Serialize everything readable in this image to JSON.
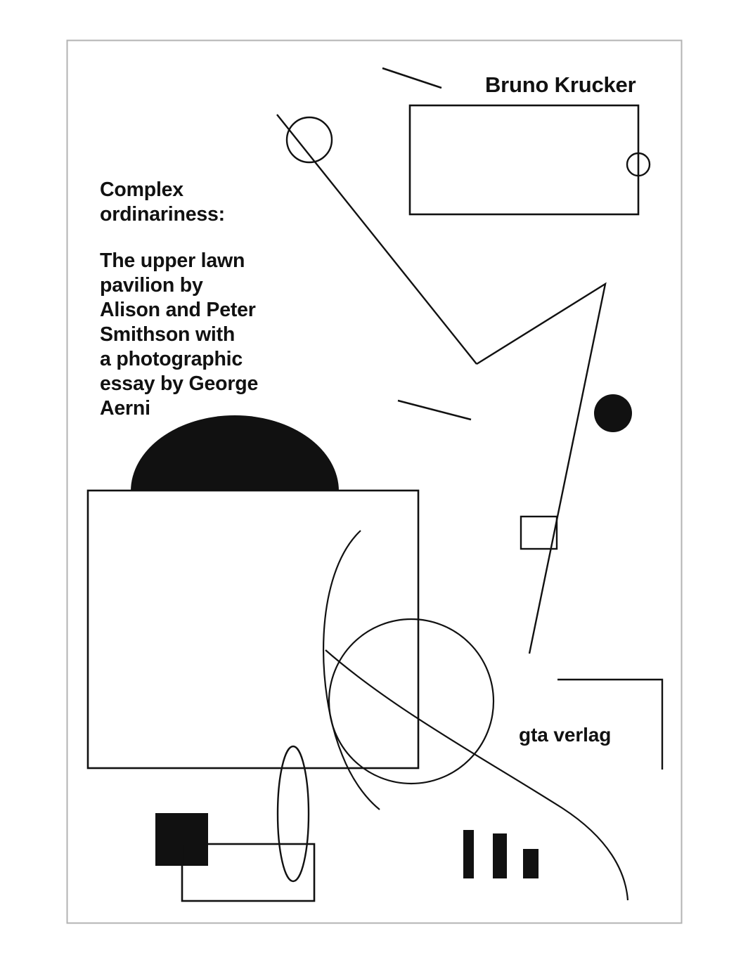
{
  "cover": {
    "author": "Bruno Krucker",
    "title_lead": "Complex\nordinariness:",
    "title_main": "The upper lawn\npavilion by\nAlison and Peter\nSmithson with\na photographic\nessay by George\nAerni",
    "publisher": "gta verlag",
    "colors": {
      "ink": "#111111",
      "background": "#ffffff",
      "frame": "#b0b0b0"
    }
  },
  "artwork": {
    "description": "abstract geometric composition",
    "elements": [
      "page-frame-rectangle",
      "short-diagonal-line-top",
      "circle-outline-top-left",
      "long-diagonal-line",
      "large-rectangle-top-right",
      "small-circle-on-rectangle-edge",
      "zigzag-polyline",
      "short-diagonal-line-middle",
      "filled-black-circle",
      "small-square-outline",
      "black-half-dome",
      "large-rectangle-center",
      "arc-curve",
      "large-circle-outline",
      "long-s-curve",
      "corner-bracket-line",
      "tall-ellipse-outline",
      "black-square",
      "small-rectangle-outline",
      "three-black-bars"
    ]
  }
}
